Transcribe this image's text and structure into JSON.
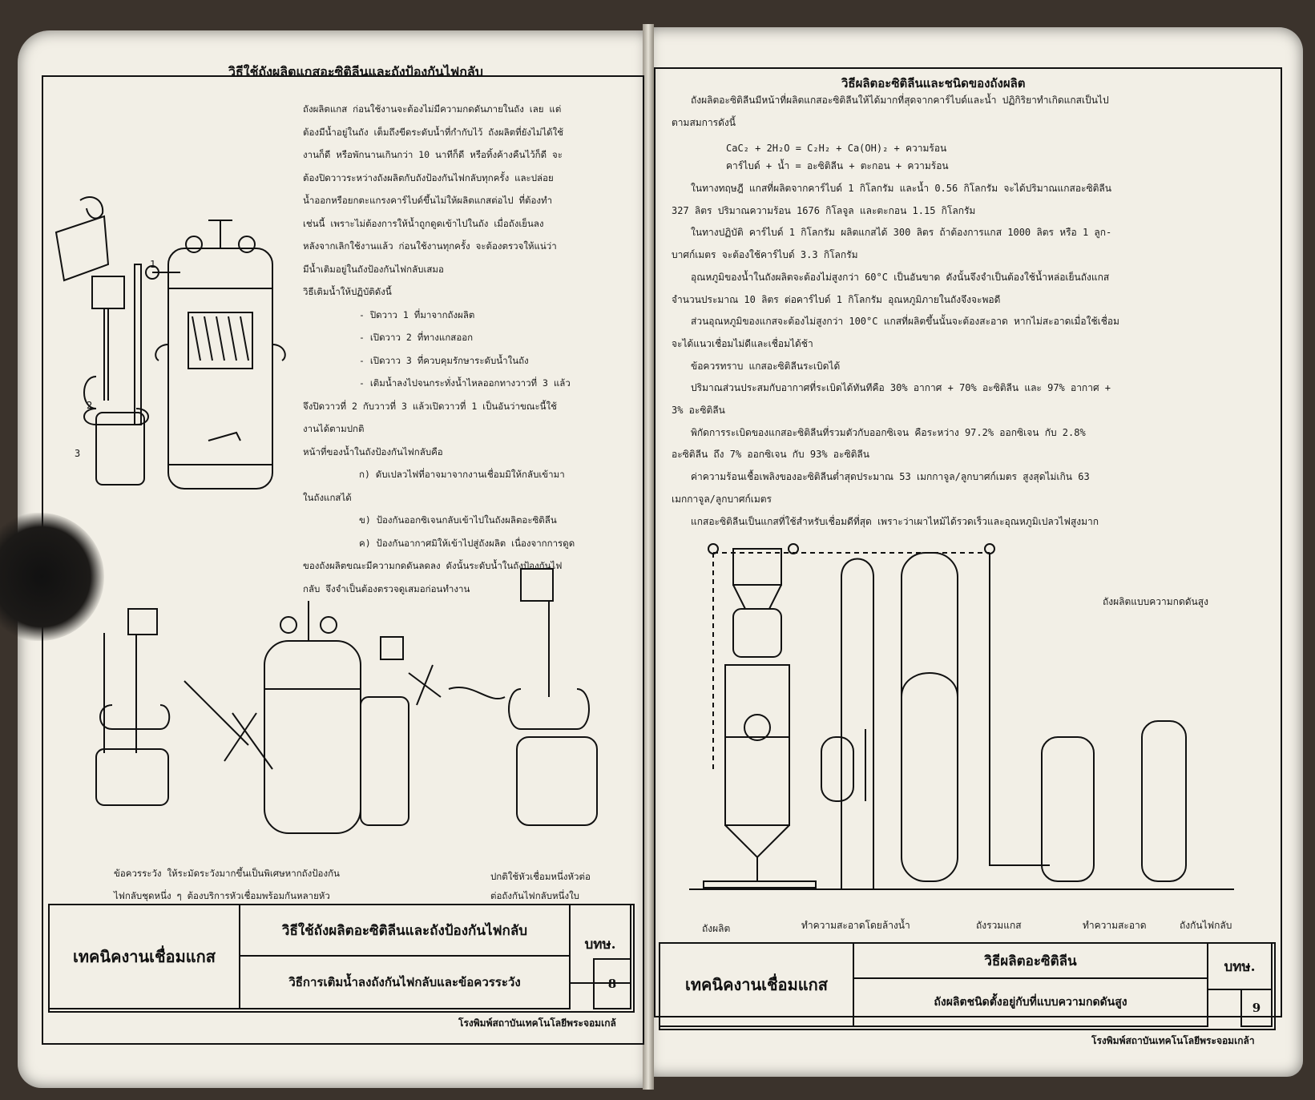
{
  "left_page": {
    "heading": "วิธีใช้ถังผลิตแกสอะซิติลีนและถังป้องกันไฟกลับ",
    "paragraph": [
      "ถังผลิตแกส ก่อนใช้งานจะต้องไม่มีความกดดันภายในถัง เลย  แต่",
      "ต้องมีน้ำอยู่ในถัง เต็มถึงขีดระดับน้ำที่กำกับไว้ ถังผลิตที่ยังไม่ได้ใช้",
      "งานก็ดี หรือพักนานเกินกว่า 10 นาทีก็ดี หรือทิ้งค้างคืนไว้ก็ดี จะ",
      "ต้องปิดวาวระหว่างถังผลิตกับถังป้องกันไฟกลับทุกครั้ง  และปล่อย",
      "น้ำออกหรือยกตะแกรงคาร์ไบด์ขึ้นไม่ให้ผลิตแกสต่อไป   ที่ต้องทำ",
      "เช่นนี้ เพราะไม่ต้องการให้น้ำถูกดูดเข้าไปในถัง   เมื่อถังเย็นลง",
      "หลังจากเลิกใช้งานแล้ว ก่อนใช้งานทุกครั้ง จะต้องตรวจให้แน่ว่า",
      "มีน้ำเติมอยู่ในถังป้องกันไฟกลับเสมอ"
    ],
    "fill_title": "วิธีเติมน้ำให้ปฏิบัติดังนี้",
    "steps": [
      "- ปิดวาว 1 ที่มาจากถังผลิต",
      "- เปิดวาว 2 ที่ทางแกสออก",
      "- เปิดวาว 3 ที่ควบคุมรักษาระดับน้ำในถัง",
      "- เติมน้ำลงไปจนกระทั่งน้ำไหลออกทางวาวที่ 3 แล้ว"
    ],
    "steps_cont": [
      "จึงปิดวาวที่ 2 กับวาวที่ 3 แล้วเปิดวาวที่ 1  เป็นอันว่าขณะนี้ใช้",
      "งานได้ตามปกติ"
    ],
    "duty_title": "หน้าที่ของน้ำในถังป้องกันไฟกลับคือ",
    "duties": [
      "ก) ดับเปลวไฟที่อาจมาจากงานเชื่อมมิให้กลับเข้ามา",
      "ในถังแกสได้",
      "ข) ป้องกันออกซิเจนกลับเข้าไปในถังผลิตอะซิติลีน",
      "ค) ป้องกันอากาศมิให้เข้าไปสู่ถังผลิต เนื่องจากการดูด",
      "ของถังผลิตขณะมีความกดดันลดลง  ดังนั้นระดับน้ำในถังป้องกันไฟ",
      "กลับ จึงจำเป็นต้องตรวจดูเสมอก่อนทำงาน"
    ],
    "valve_labels": [
      "1",
      "2",
      "3"
    ],
    "caution": [
      "ข้อควรระวัง  ให้ระมัดระวังมากขึ้นเป็นพิเศษหากถังป้องกัน",
      "ไฟกลับชุดหนึ่ง ๆ ต้องบริการหัวเชื่อมพร้อมกันหลายหัว"
    ],
    "caption_right": [
      "ปกติใช้หัวเชื่อมหนึ่งหัวต่อ",
      "ต่อถังกันไฟกลับหนึ่งใบ"
    ],
    "title_block": {
      "course": "เทคนิคงานเชื่อมแกส",
      "title": "วิธีใช้ถังผลิตอะซิติลีนและถังป้องกันไฟกลับ",
      "subtitle": "วิธีการเติมน้ำลงถังกันไฟกลับและข้อควรระวัง",
      "code": "บทษ.",
      "page_no": "8"
    },
    "printer": "โรงพิมพ์สถาบันเทคโนโลยีพระจอมเกล้"
  },
  "right_page": {
    "heading": "วิธีผลิตอะซิติลีนและชนิดของถังผลิต",
    "intro": [
      "ถังผลิตอะซิติลีนมีหน้าที่ผลิตแกสอะซิติลีนให้ได้มากที่สุดจากคาร์ไบด์และน้ำ  ปฏิกิริยาทำเกิดแกสเป็นไป",
      "ตามสมการดังนี้"
    ],
    "equation_1": "CaC₂   +  2H₂O  =  C₂H₂     +  Ca(OH)₂  +  ความร้อน",
    "equation_2": "คาร์ไบด์ +  น้ำ    =  อะซิติลีน  +  ตะกอน    +  ความร้อน",
    "body": [
      "ในทางทฤษฎี แกสที่ผลิตจากคาร์ไบด์ 1 กิโลกรัม และน้ำ 0.56 กิโลกรัม จะได้ปริมาณแกสอะซิติลีน",
      "327 ลิตร ปริมาณความร้อน 1676 กิโลจูล และตะกอน 1.15 กิโลกรัม",
      "ในทางปฏิบัติ คาร์ไบด์ 1 กิโลกรัม ผลิตแกสได้ 300 ลิตร ถ้าต้องการแกส 1000 ลิตร หรือ 1 ลูก-",
      "บาศก์เมตร จะต้องใช้คาร์ไบด์ 3.3 กิโลกรัม",
      "อุณหภูมิของน้ำในถังผลิตจะต้องไม่สูงกว่า 60°C เป็นอันขาด ดังนั้นจึงจำเป็นต้องใช้น้ำหล่อเย็นถังแกส",
      "จำนวนประมาณ 10 ลิตร ต่อคาร์ไบด์ 1 กิโลกรัม อุณหภูมิภายในถังจึงจะพอดี",
      "ส่วนอุณหภูมิของแกสจะต้องไม่สูงกว่า 100°C แกสที่ผลิตขึ้นนั้นจะต้องสะอาด หากไม่สะอาดเมื่อใช้เชื่อม",
      "จะได้แนวเชื่อมไม่ดีและเชื่อมได้ช้า",
      "ข้อควรทราบ แกสอะซิติลีนระเบิดได้",
      "ปริมาณส่วนประสมกับอากาศที่ระเบิดได้ทันทีคือ 30% อากาศ + 70% อะซิติลีน และ 97% อากาศ +",
      "3% อะซิติลีน",
      "พิกัดการระเบิดของแกสอะซิติลีนที่รวมตัวกับออกซิเจน คือระหว่าง 97.2% ออกซิเจน กับ  2.8%",
      "อะซิติลีน ถึง 7% ออกซิเจน กับ 93% อะซิติลีน",
      "ค่าความร้อนเชื้อเพลิงของอะซิติลีนต่ำสุดประมาณ 53 เมกกาจูล/ลูกบาศก์เมตร สูงสุดไม่เกิน  63",
      "เมกกาจูล/ลูกบาศก์เมตร",
      "แกสอะซิติลีนเป็นแกสที่ใช้สำหรับเชื่อมดีที่สุด  เพราะว่าเผาไหม้ได้รวดเร็วและอุณหภูมิเปลวไฟสูงมาก"
    ],
    "diagram_labels": {
      "high_pressure": "ถังผลิตแบบความกดดันสูง",
      "generator": "ถังผลิต",
      "washer": "ทำความสะอาดโดยล้างน้ำ",
      "collector": "ถังรวมแกส",
      "purifier": "ทำความสะอาด",
      "arrestor": "ถังกันไฟกลับ"
    },
    "title_block": {
      "course": "เทคนิคงานเชื่อมแกส",
      "title": "วิธีผลิตอะซิติลีน",
      "subtitle": "ถังผลิตชนิดตั้งอยู่กับที่แบบความกดดันสูง",
      "code": "บทษ.",
      "page_no": "9"
    },
    "printer": "โรงพิมพ์สถาบันเทคโนโลยีพระจอมเกล้า"
  },
  "colors": {
    "paper": "#f2efe6",
    "ink": "#111111"
  }
}
